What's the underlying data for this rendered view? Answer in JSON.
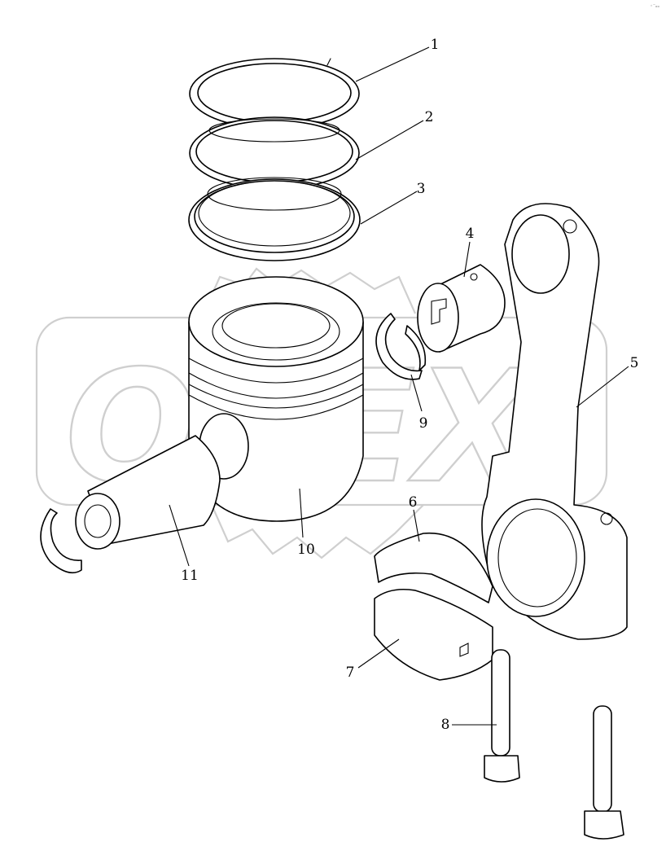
{
  "watermark": {
    "text": "OPEX"
  },
  "corner_mark": "◦⁻ₒₒ",
  "callouts": [
    "1",
    "2",
    "3",
    "4",
    "5",
    "6",
    "7",
    "8",
    "9",
    "10",
    "11"
  ]
}
